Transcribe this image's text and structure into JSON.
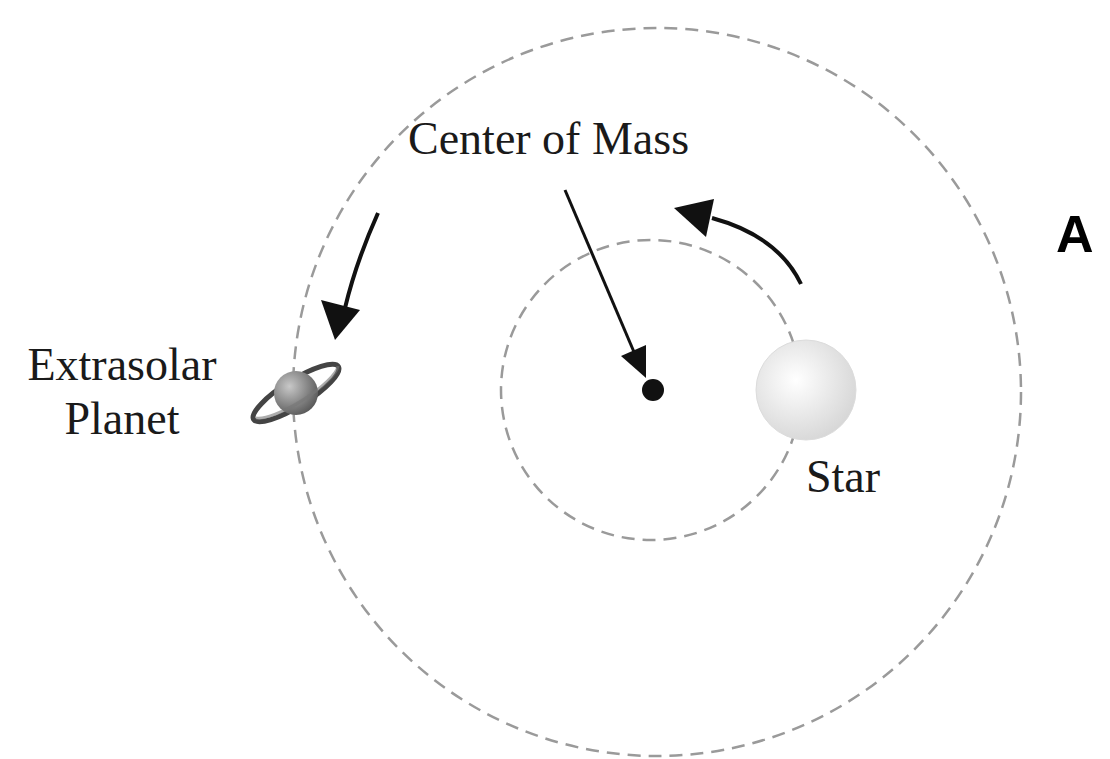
{
  "diagram": {
    "labels": [
      "Center of Mass",
      "Extrasolar Planet",
      "Star",
      "A"
    ]
  }
}
